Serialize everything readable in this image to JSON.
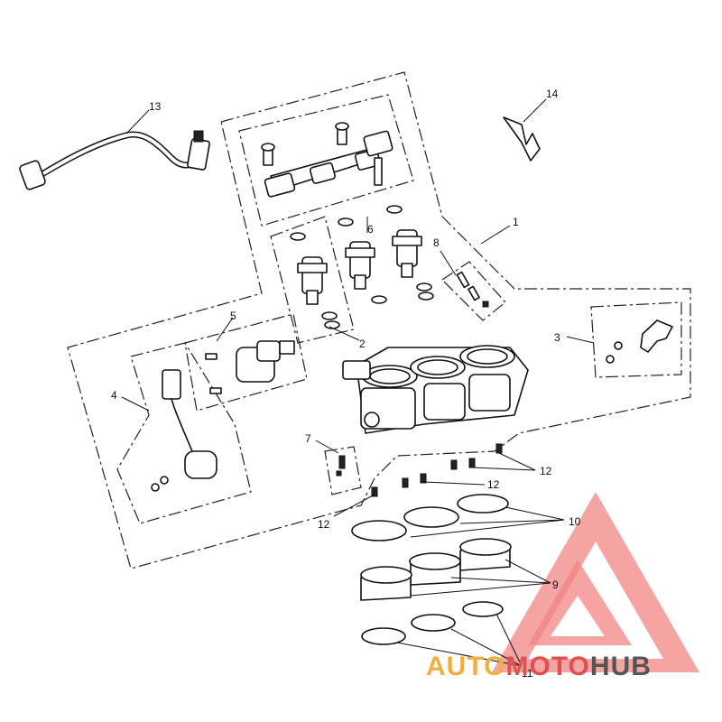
{
  "callouts": [
    {
      "id": "c1",
      "text": "1"
    },
    {
      "id": "c2",
      "text": "2"
    },
    {
      "id": "c3",
      "text": "3"
    },
    {
      "id": "c4",
      "text": "4"
    },
    {
      "id": "c5",
      "text": "5"
    },
    {
      "id": "c6",
      "text": "6"
    },
    {
      "id": "c7",
      "text": "7"
    },
    {
      "id": "c8",
      "text": "8"
    },
    {
      "id": "c9",
      "text": "9"
    },
    {
      "id": "c10",
      "text": "10"
    },
    {
      "id": "c11",
      "text": "11"
    },
    {
      "id": "c12a",
      "text": "12"
    },
    {
      "id": "c12b",
      "text": "12"
    },
    {
      "id": "c12c",
      "text": "12"
    },
    {
      "id": "c13",
      "text": "13"
    },
    {
      "id": "c14",
      "text": "14"
    }
  ],
  "watermark": {
    "part1": "AUTO",
    "part2": "MOTO",
    "part3": "HUB",
    "colors": {
      "orange": "#f0b040",
      "red": "#e05050",
      "gray": "#555555",
      "triangle": "#f07070"
    }
  }
}
